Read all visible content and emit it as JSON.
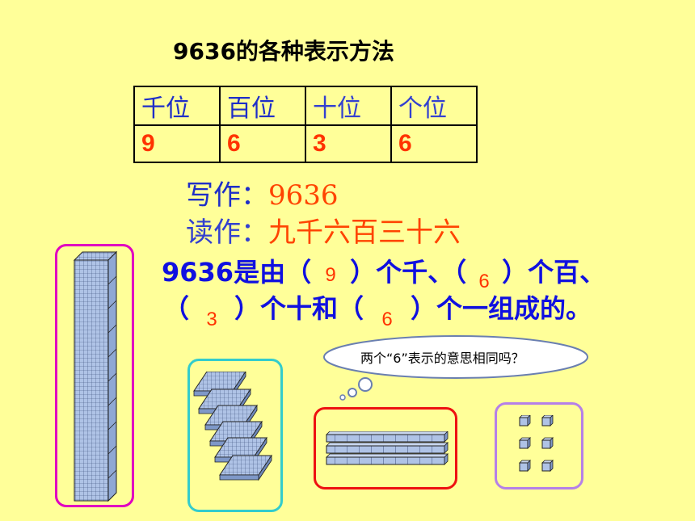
{
  "title": "9636的各种表示方法",
  "table": {
    "headers": [
      "千位",
      "百位",
      "十位",
      "个位"
    ],
    "digits": [
      "9",
      "6",
      "3",
      "6"
    ]
  },
  "write": {
    "label": "写作：",
    "value": "9636"
  },
  "read": {
    "label": "读作：",
    "value": "九千六百三十六"
  },
  "sentence": {
    "part1": "9636是由（",
    "ans1": "9",
    "part2": "）个千、（",
    "ans2": "6",
    "part3": "）个百、",
    "part4": "（",
    "ans3": "3",
    "part5": "）个十和（",
    "ans4": "6",
    "part6": "）个一组成的。"
  },
  "bubble": {
    "text": "两个“6”表示的意思相同吗？"
  },
  "colors": {
    "background": "#FFFF99",
    "blue": "#1E2EC8",
    "answer": "#FF3300",
    "thousand_box": "#E000C0",
    "hundred_box": "#33CCCC",
    "ten_box": "#EE1111",
    "one_box": "#B580E8",
    "block_fill": "#9EB6E0"
  }
}
